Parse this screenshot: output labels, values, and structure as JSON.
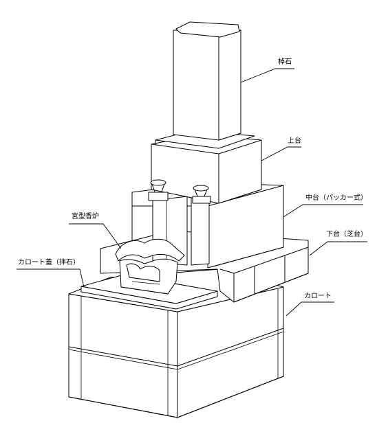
{
  "title": "",
  "labels": {
    "saoishi": "棹石",
    "jodai": "上台",
    "chudai": "中台（パッカー式）",
    "kuukei_koro": "宮型香炉",
    "gedai": "下台（芝台）",
    "karoto_futa": "カロート蓋（拝石）",
    "karoto": "カロート"
  },
  "colors": {
    "line": "#000000",
    "background": "#ffffff"
  }
}
